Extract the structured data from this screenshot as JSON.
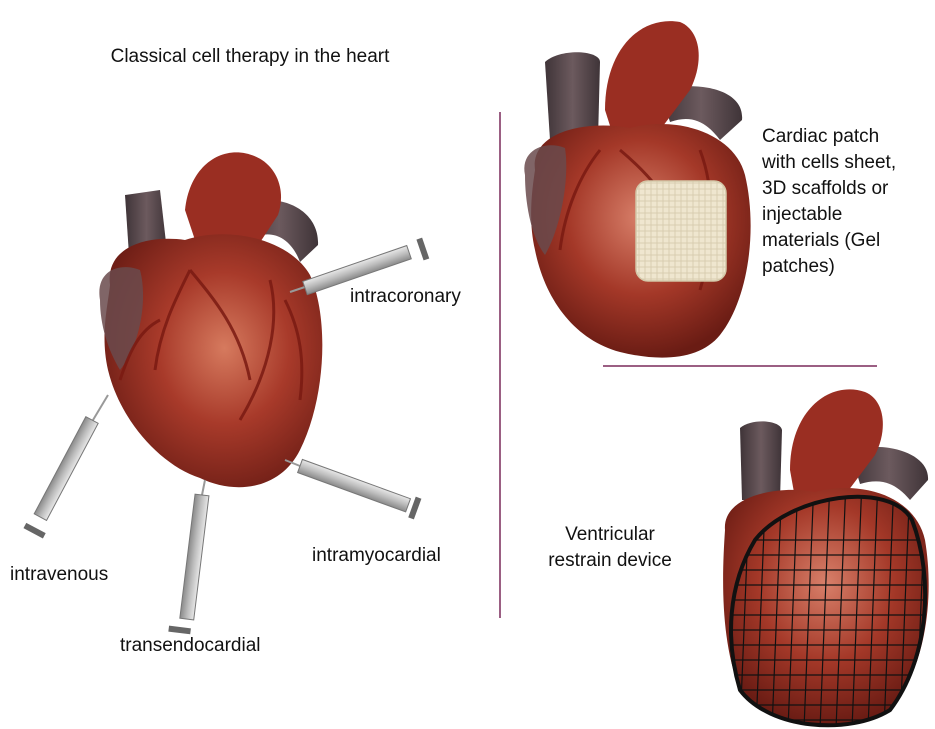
{
  "title": "Classical cell therapy in the heart",
  "routes": {
    "intracoronary": "intracoronary",
    "intravenous": "intravenous",
    "intramyocardial": "intramyocardial",
    "transendocardial": "transendocardial"
  },
  "patch": {
    "lines": [
      "Cardiac patch",
      "with cells sheet,",
      "3D scaffolds or",
      "injectable",
      "materials (Gel",
      "patches)"
    ]
  },
  "restrain": {
    "line1": "Ventricular",
    "line2": "restrain device"
  },
  "colors": {
    "heart_main": "#8e2a1f",
    "heart_light": "#c8604a",
    "vessel_dark": "#5a4a4e",
    "divider": "#7a2a5a",
    "patch": "#efe6cf",
    "mesh": "#111111"
  }
}
